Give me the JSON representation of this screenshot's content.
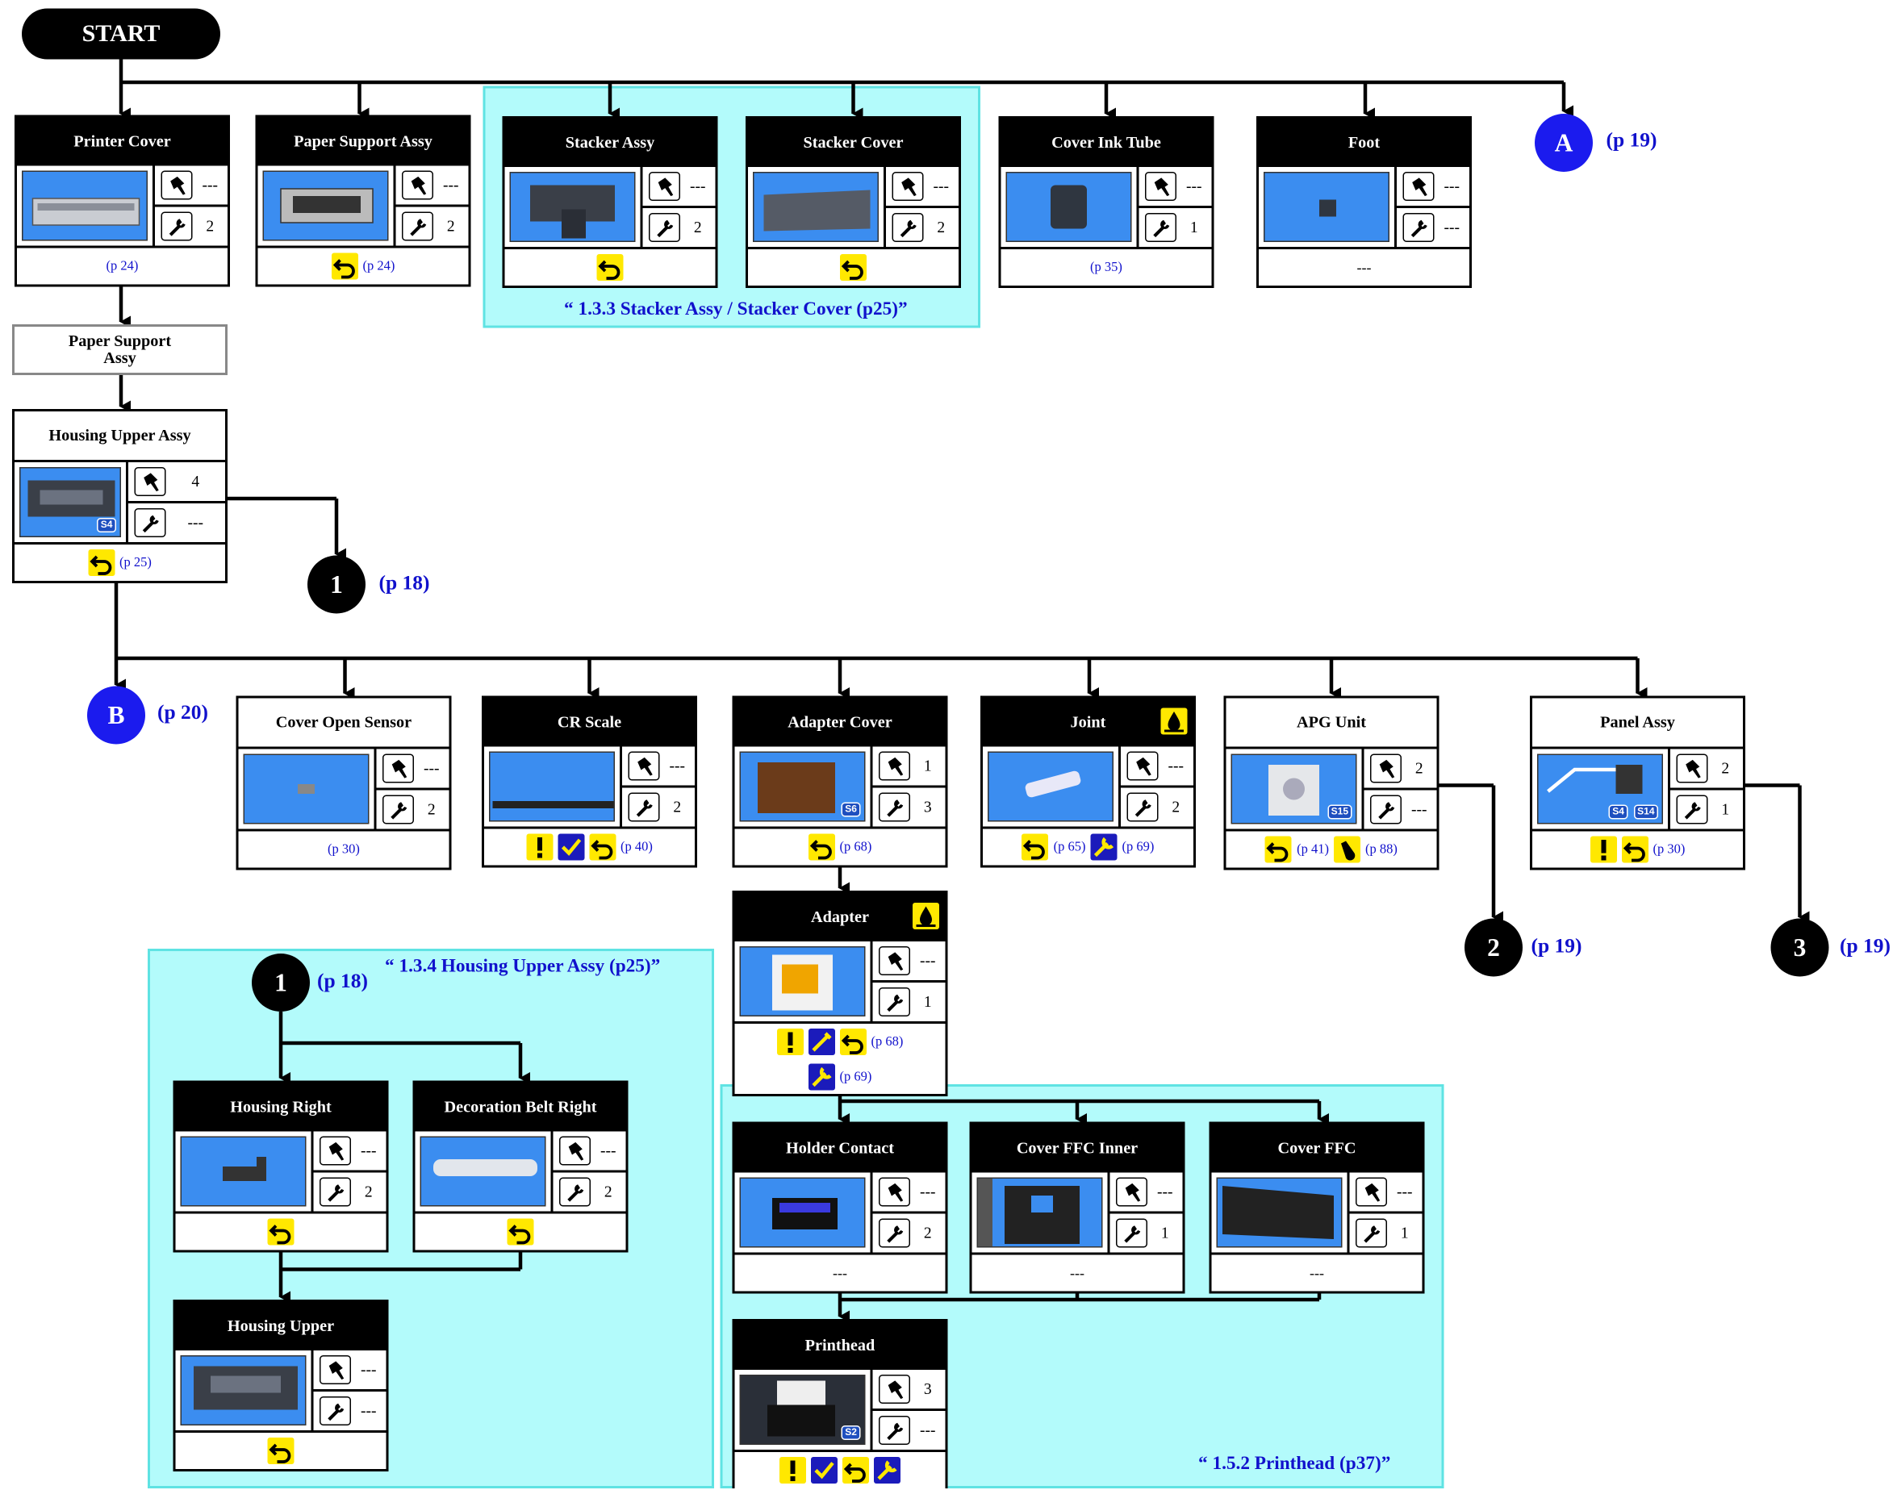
{
  "start_label": "START",
  "dash": "---",
  "regions": {
    "stacker": "“ 1.3.3 Stacker Assy / Stacker Cover (p25)”",
    "housing": "“ 1.3.4 Housing Upper Assy (p25)”",
    "printhead": "“ 1.5.2 Printhead (p37)”"
  },
  "plain_box": "Paper Support\nAssy",
  "circles": {
    "A": {
      "label": "A",
      "ref": "(p 19)"
    },
    "B": {
      "label": "B",
      "ref": "(p 20)"
    },
    "c1": {
      "label": "1",
      "ref": "(p 18)"
    },
    "c1b": {
      "label": "1",
      "ref": "(p 18)"
    },
    "c2": {
      "label": "2",
      "ref": "(p 19)"
    },
    "c3": {
      "label": "3",
      "ref": "(p 19)"
    }
  },
  "cards": {
    "printer_cover": {
      "title": "Printer Cover",
      "screws": "---",
      "tools": "2",
      "refs": [
        "(p 24)"
      ]
    },
    "paper_support": {
      "title": "Paper Support Assy",
      "screws": "---",
      "tools": "2",
      "refs": [
        "(p 24)"
      ]
    },
    "stacker_assy": {
      "title": "Stacker Assy",
      "screws": "---",
      "tools": "2",
      "refs": []
    },
    "stacker_cover": {
      "title": "Stacker Cover",
      "screws": "---",
      "tools": "2",
      "refs": []
    },
    "cover_ink_tube": {
      "title": "Cover Ink Tube",
      "screws": "---",
      "tools": "1",
      "refs": [
        "(p 35)"
      ]
    },
    "foot": {
      "title": "Foot",
      "screws": "---",
      "tools": "---",
      "bottom_text": "---"
    },
    "housing_upper_assy": {
      "title": "Housing Upper Assy",
      "screws": "4",
      "tools": "---",
      "refs": [
        "(p 25)"
      ],
      "tag": "S4"
    },
    "cover_open_sensor": {
      "title": "Cover Open Sensor",
      "screws": "---",
      "tools": "2",
      "refs": [
        "(p 30)"
      ]
    },
    "cr_scale": {
      "title": "CR Scale",
      "screws": "---",
      "tools": "2",
      "refs": [
        "(p 40)"
      ]
    },
    "adapter_cover": {
      "title": "Adapter Cover",
      "screws": "1",
      "tools": "3",
      "refs": [
        "(p 68)"
      ],
      "tag": "S6"
    },
    "joint": {
      "title": "Joint",
      "screws": "---",
      "tools": "2",
      "refs": [
        "(p 65)",
        "(p 69)"
      ]
    },
    "apg_unit": {
      "title": "APG Unit",
      "screws": "2",
      "tools": "---",
      "refs": [
        "(p 41)",
        "(p 88)"
      ],
      "tag": "S15"
    },
    "panel_assy": {
      "title": "Panel Assy",
      "screws": "2",
      "tools": "1",
      "refs": [
        "(p 30)"
      ],
      "tags": [
        "S4",
        "S14"
      ]
    },
    "adapter": {
      "title": "Adapter",
      "screws": "---",
      "tools": "1",
      "refs": [
        "(p 68)",
        "(p 69)"
      ]
    },
    "holder_contact": {
      "title": "Holder Contact",
      "screws": "---",
      "tools": "2",
      "bottom_text": "---"
    },
    "cover_ffc_inner": {
      "title": "Cover FFC Inner",
      "screws": "---",
      "tools": "1",
      "bottom_text": "---"
    },
    "cover_ffc": {
      "title": "Cover FFC",
      "screws": "---",
      "tools": "1",
      "bottom_text": "---"
    },
    "printhead": {
      "title": "Printhead",
      "screws": "3",
      "tools": "---",
      "tag": "S2"
    },
    "housing_right": {
      "title": "Housing Right",
      "screws": "---",
      "tools": "2"
    },
    "decoration_belt_right": {
      "title": "Decoration Belt Right",
      "screws": "---",
      "tools": "2"
    },
    "housing_upper": {
      "title": "Housing Upper",
      "screws": "---",
      "tools": "---"
    }
  },
  "colors": {
    "ref_blue": "#1111cc",
    "region_fill": "#b3fbfb",
    "circle_blue": "#1b1bee",
    "icon_yellow": "#ffe800",
    "icon_blue": "#1b1bbb",
    "photo_bg": "#3b8df0"
  },
  "icons": [
    "screw-icon",
    "wrench-icon",
    "reassembly-arrow-icon",
    "caution-icon",
    "check-icon",
    "adjust-icon",
    "lubricate-icon",
    "grease-icon"
  ]
}
